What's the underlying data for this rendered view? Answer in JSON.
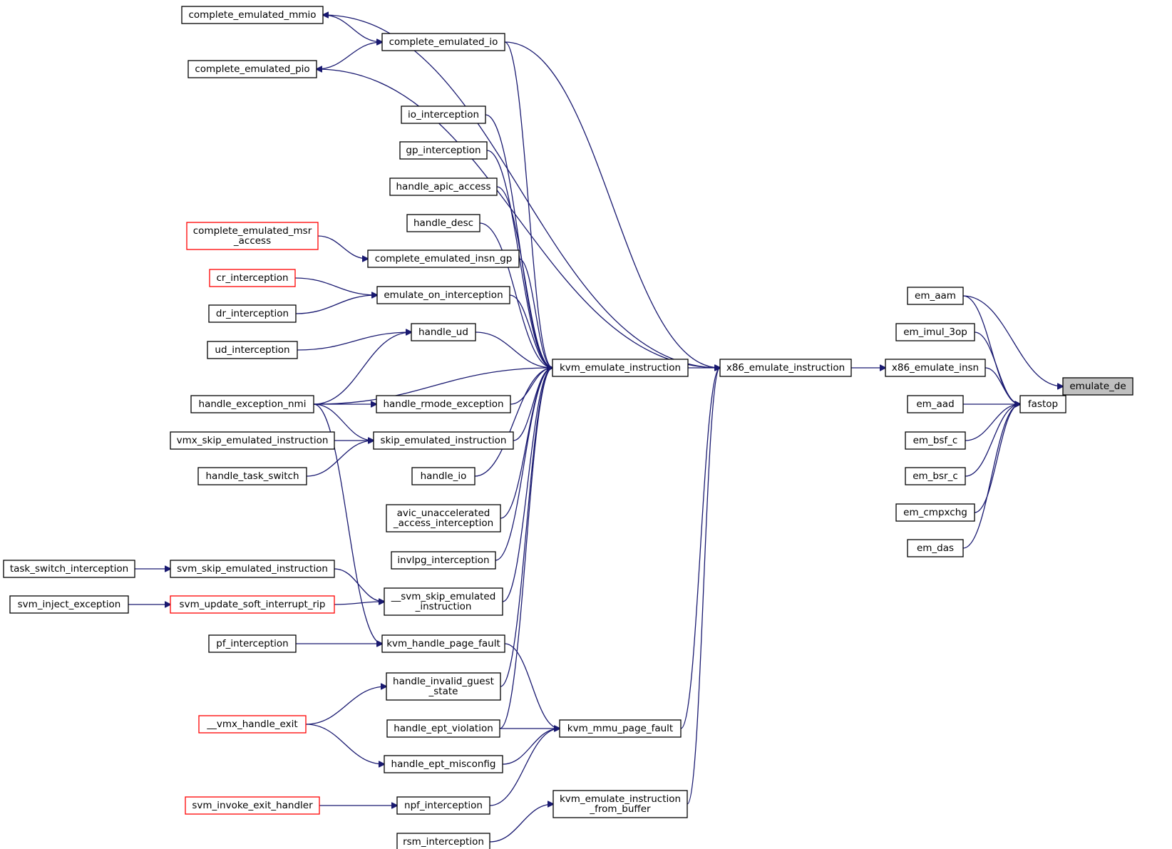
{
  "colors": {
    "edge": "#191970",
    "node_border": "#000000",
    "node_border_truncated": "#ff0000",
    "node_fill": "#ffffff",
    "root_fill": "#bfbfbf"
  },
  "nodes": [
    {
      "id": "emulate_de",
      "label": "emulate_de",
      "style": "root"
    },
    {
      "id": "fastop",
      "label": "fastop"
    },
    {
      "id": "em_aam",
      "label": "em_aam"
    },
    {
      "id": "em_imul_3op",
      "label": "em_imul_3op"
    },
    {
      "id": "x86_emulate_insn",
      "label": "x86_emulate_insn"
    },
    {
      "id": "em_aad",
      "label": "em_aad"
    },
    {
      "id": "em_bsf_c",
      "label": "em_bsf_c"
    },
    {
      "id": "em_bsr_c",
      "label": "em_bsr_c"
    },
    {
      "id": "em_cmpxchg",
      "label": "em_cmpxchg"
    },
    {
      "id": "em_das",
      "label": "em_das"
    },
    {
      "id": "x86_emulate_instruction",
      "label": "x86_emulate_instruction"
    },
    {
      "id": "kvm_emulate_instruction",
      "label": "kvm_emulate_instruction"
    },
    {
      "id": "kvm_mmu_page_fault",
      "label": "kvm_mmu_page_fault"
    },
    {
      "id": "kvm_emulate_instruction_from_buffer",
      "label": "kvm_emulate_instruction\n_from_buffer"
    },
    {
      "id": "complete_emulated_mmio",
      "label": "complete_emulated_mmio"
    },
    {
      "id": "complete_emulated_io",
      "label": "complete_emulated_io"
    },
    {
      "id": "complete_emulated_pio",
      "label": "complete_emulated_pio"
    },
    {
      "id": "io_interception",
      "label": "io_interception"
    },
    {
      "id": "gp_interception",
      "label": "gp_interception"
    },
    {
      "id": "handle_apic_access",
      "label": "handle_apic_access"
    },
    {
      "id": "handle_desc",
      "label": "handle_desc"
    },
    {
      "id": "complete_emulated_msr_access",
      "label": "complete_emulated_msr\n_access",
      "style": "truncated"
    },
    {
      "id": "complete_emulated_insn_gp",
      "label": "complete_emulated_insn_gp"
    },
    {
      "id": "cr_interception",
      "label": "cr_interception",
      "style": "truncated"
    },
    {
      "id": "emulate_on_interception",
      "label": "emulate_on_interception"
    },
    {
      "id": "dr_interception",
      "label": "dr_interception"
    },
    {
      "id": "handle_ud",
      "label": "handle_ud"
    },
    {
      "id": "ud_interception",
      "label": "ud_interception"
    },
    {
      "id": "handle_exception_nmi",
      "label": "handle_exception_nmi"
    },
    {
      "id": "handle_rmode_exception",
      "label": "handle_rmode_exception"
    },
    {
      "id": "vmx_skip_emulated_instruction",
      "label": "vmx_skip_emulated_instruction"
    },
    {
      "id": "skip_emulated_instruction",
      "label": "skip_emulated_instruction"
    },
    {
      "id": "handle_task_switch",
      "label": "handle_task_switch"
    },
    {
      "id": "handle_io",
      "label": "handle_io"
    },
    {
      "id": "avic_unaccelerated_access_interception",
      "label": "avic_unaccelerated\n_access_interception"
    },
    {
      "id": "invlpg_interception",
      "label": "invlpg_interception"
    },
    {
      "id": "task_switch_interception",
      "label": "task_switch_interception"
    },
    {
      "id": "svm_skip_emulated_instruction",
      "label": "svm_skip_emulated_instruction"
    },
    {
      "id": "__svm_skip_emulated_instruction",
      "label": "__svm_skip_emulated\n_instruction"
    },
    {
      "id": "svm_inject_exception",
      "label": "svm_inject_exception"
    },
    {
      "id": "svm_update_soft_interrupt_rip",
      "label": "svm_update_soft_interrupt_rip",
      "style": "truncated"
    },
    {
      "id": "pf_interception",
      "label": "pf_interception"
    },
    {
      "id": "kvm_handle_page_fault",
      "label": "kvm_handle_page_fault"
    },
    {
      "id": "handle_invalid_guest_state",
      "label": "handle_invalid_guest\n_state"
    },
    {
      "id": "__vmx_handle_exit",
      "label": "__vmx_handle_exit",
      "style": "truncated"
    },
    {
      "id": "handle_ept_violation",
      "label": "handle_ept_violation"
    },
    {
      "id": "handle_ept_misconfig",
      "label": "handle_ept_misconfig"
    },
    {
      "id": "svm_invoke_exit_handler",
      "label": "svm_invoke_exit_handler",
      "style": "truncated"
    },
    {
      "id": "npf_interception",
      "label": "npf_interception"
    },
    {
      "id": "rsm_interception",
      "label": "rsm_interception"
    }
  ],
  "edges": [
    {
      "from": "fastop",
      "to": "emulate_de"
    },
    {
      "from": "em_aam",
      "to": "emulate_de"
    },
    {
      "from": "em_aam",
      "to": "fastop"
    },
    {
      "from": "em_imul_3op",
      "to": "fastop"
    },
    {
      "from": "x86_emulate_insn",
      "to": "fastop"
    },
    {
      "from": "em_aad",
      "to": "fastop"
    },
    {
      "from": "em_bsf_c",
      "to": "fastop"
    },
    {
      "from": "em_bsr_c",
      "to": "fastop"
    },
    {
      "from": "em_cmpxchg",
      "to": "fastop"
    },
    {
      "from": "em_das",
      "to": "fastop"
    },
    {
      "from": "x86_emulate_instruction",
      "to": "x86_emulate_insn"
    },
    {
      "from": "kvm_emulate_instruction",
      "to": "x86_emulate_instruction"
    },
    {
      "from": "complete_emulated_io",
      "to": "x86_emulate_instruction"
    },
    {
      "from": "kvm_mmu_page_fault",
      "to": "x86_emulate_instruction"
    },
    {
      "from": "kvm_emulate_instruction_from_buffer",
      "to": "x86_emulate_instruction"
    },
    {
      "from": "x86_emulate_instruction",
      "to": "complete_emulated_mmio"
    },
    {
      "from": "x86_emulate_instruction",
      "to": "complete_emulated_pio"
    },
    {
      "from": "complete_emulated_mmio",
      "to": "complete_emulated_io"
    },
    {
      "from": "complete_emulated_pio",
      "to": "complete_emulated_io"
    },
    {
      "from": "complete_emulated_io",
      "to": "kvm_emulate_instruction"
    },
    {
      "from": "io_interception",
      "to": "kvm_emulate_instruction"
    },
    {
      "from": "gp_interception",
      "to": "kvm_emulate_instruction"
    },
    {
      "from": "handle_apic_access",
      "to": "kvm_emulate_instruction"
    },
    {
      "from": "handle_desc",
      "to": "kvm_emulate_instruction"
    },
    {
      "from": "complete_emulated_insn_gp",
      "to": "kvm_emulate_instruction"
    },
    {
      "from": "complete_emulated_msr_access",
      "to": "complete_emulated_insn_gp"
    },
    {
      "from": "emulate_on_interception",
      "to": "kvm_emulate_instruction"
    },
    {
      "from": "cr_interception",
      "to": "emulate_on_interception"
    },
    {
      "from": "dr_interception",
      "to": "emulate_on_interception"
    },
    {
      "from": "handle_ud",
      "to": "kvm_emulate_instruction"
    },
    {
      "from": "ud_interception",
      "to": "handle_ud"
    },
    {
      "from": "handle_exception_nmi",
      "to": "handle_ud"
    },
    {
      "from": "handle_exception_nmi",
      "to": "kvm_emulate_instruction"
    },
    {
      "from": "handle_exception_nmi",
      "to": "handle_rmode_exception"
    },
    {
      "from": "handle_exception_nmi",
      "to": "skip_emulated_instruction"
    },
    {
      "from": "handle_exception_nmi",
      "to": "kvm_handle_page_fault"
    },
    {
      "from": "handle_rmode_exception",
      "to": "kvm_emulate_instruction"
    },
    {
      "from": "skip_emulated_instruction",
      "to": "kvm_emulate_instruction"
    },
    {
      "from": "vmx_skip_emulated_instruction",
      "to": "skip_emulated_instruction"
    },
    {
      "from": "handle_task_switch",
      "to": "skip_emulated_instruction"
    },
    {
      "from": "handle_io",
      "to": "kvm_emulate_instruction"
    },
    {
      "from": "avic_unaccelerated_access_interception",
      "to": "kvm_emulate_instruction"
    },
    {
      "from": "invlpg_interception",
      "to": "kvm_emulate_instruction"
    },
    {
      "from": "__svm_skip_emulated_instruction",
      "to": "kvm_emulate_instruction"
    },
    {
      "from": "task_switch_interception",
      "to": "svm_skip_emulated_instruction"
    },
    {
      "from": "svm_skip_emulated_instruction",
      "to": "__svm_skip_emulated_instruction"
    },
    {
      "from": "svm_inject_exception",
      "to": "svm_update_soft_interrupt_rip"
    },
    {
      "from": "svm_update_soft_interrupt_rip",
      "to": "__svm_skip_emulated_instruction"
    },
    {
      "from": "pf_interception",
      "to": "kvm_handle_page_fault"
    },
    {
      "from": "kvm_handle_page_fault",
      "to": "kvm_mmu_page_fault"
    },
    {
      "from": "handle_invalid_guest_state",
      "to": "kvm_emulate_instruction"
    },
    {
      "from": "__vmx_handle_exit",
      "to": "handle_invalid_guest_state"
    },
    {
      "from": "__vmx_handle_exit",
      "to": "handle_ept_misconfig"
    },
    {
      "from": "handle_ept_violation",
      "to": "kvm_emulate_instruction"
    },
    {
      "from": "handle_ept_violation",
      "to": "kvm_mmu_page_fault"
    },
    {
      "from": "handle_ept_misconfig",
      "to": "kvm_mmu_page_fault"
    },
    {
      "from": "npf_interception",
      "to": "kvm_mmu_page_fault"
    },
    {
      "from": "svm_invoke_exit_handler",
      "to": "npf_interception"
    },
    {
      "from": "rsm_interception",
      "to": "kvm_emulate_instruction_from_buffer"
    }
  ]
}
